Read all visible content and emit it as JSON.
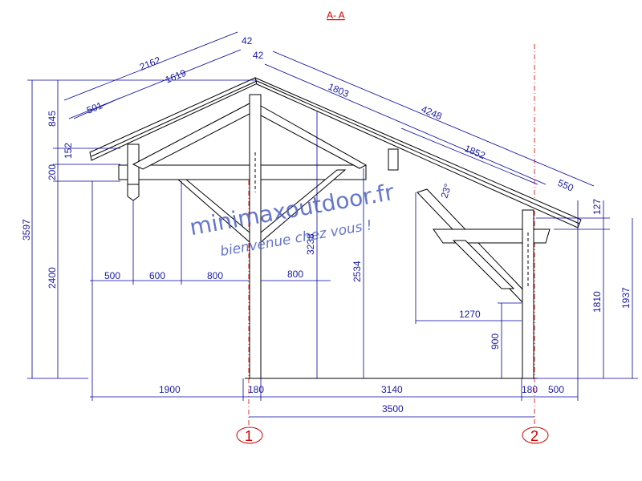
{
  "section_title": "A- A",
  "axes": {
    "left": "1",
    "right": "2"
  },
  "watermark": {
    "brand": "minimaxoutdoor.fr",
    "tagline": "bienvenue chez vous !"
  },
  "dims": {
    "rafter_left": "2162",
    "rafter_left_inner": "1619",
    "rafter_left_eave": "501",
    "ridge_top": "42",
    "ridge_second": "42",
    "rafter_right_a": "1803",
    "rafter_right_total": "4248",
    "rafter_right_b": "1852",
    "rafter_right_eave": "550",
    "angle": "23°",
    "left_845": "845",
    "left_152": "152",
    "left_200": "200",
    "left_3597": "3597",
    "left_2400": "2400",
    "h_500": "500",
    "h_600": "600",
    "h_800a": "800",
    "h_800b": "800",
    "v_3238": "3238",
    "v_2534": "2534",
    "h_1270": "1270",
    "v_900": "900",
    "right_127": "127",
    "right_1810": "1810",
    "right_1937": "1937",
    "bot_1900": "1900",
    "bot_180a": "180",
    "bot_3140": "3140",
    "bot_180b": "180",
    "bot_500": "500",
    "bot_3500": "3500"
  }
}
